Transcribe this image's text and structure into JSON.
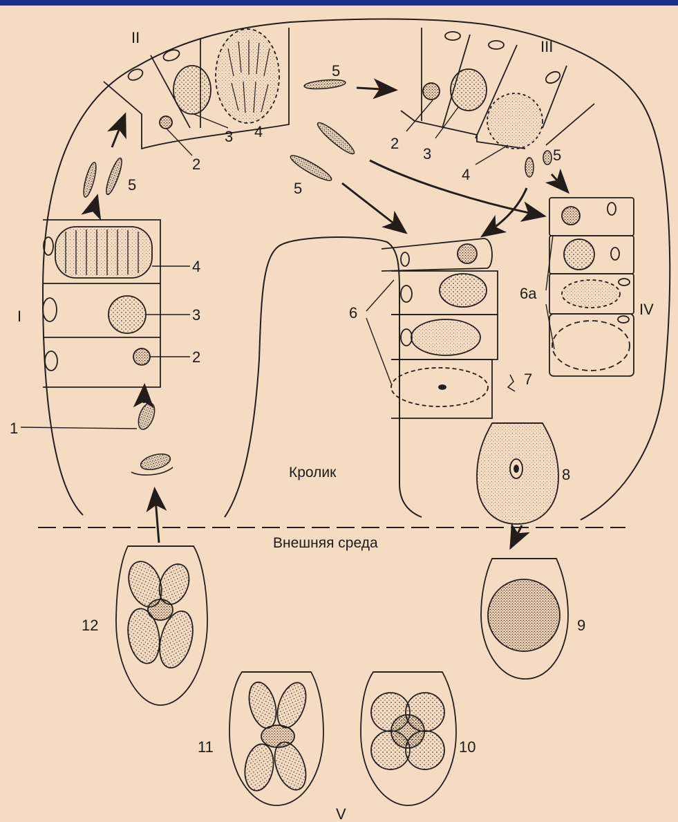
{
  "labels": {
    "kolik": "Кролик",
    "env": "Внешняя среда",
    "roman": {
      "I": "I",
      "II": "II",
      "III": "III",
      "IV": "IV",
      "V": "V"
    },
    "n1": "1",
    "n2": "2",
    "n3": "3",
    "n4": "4",
    "n5": "5",
    "n6": "6",
    "n6a": "6а",
    "n7": "7",
    "n8": "8",
    "n9": "9",
    "n10": "10",
    "n11": "11",
    "n12": "12"
  },
  "colors": {
    "paper": "#f3dcc2",
    "ink": "#231c18",
    "frame": "#1c2f8c",
    "dot": "#5a4a40"
  }
}
